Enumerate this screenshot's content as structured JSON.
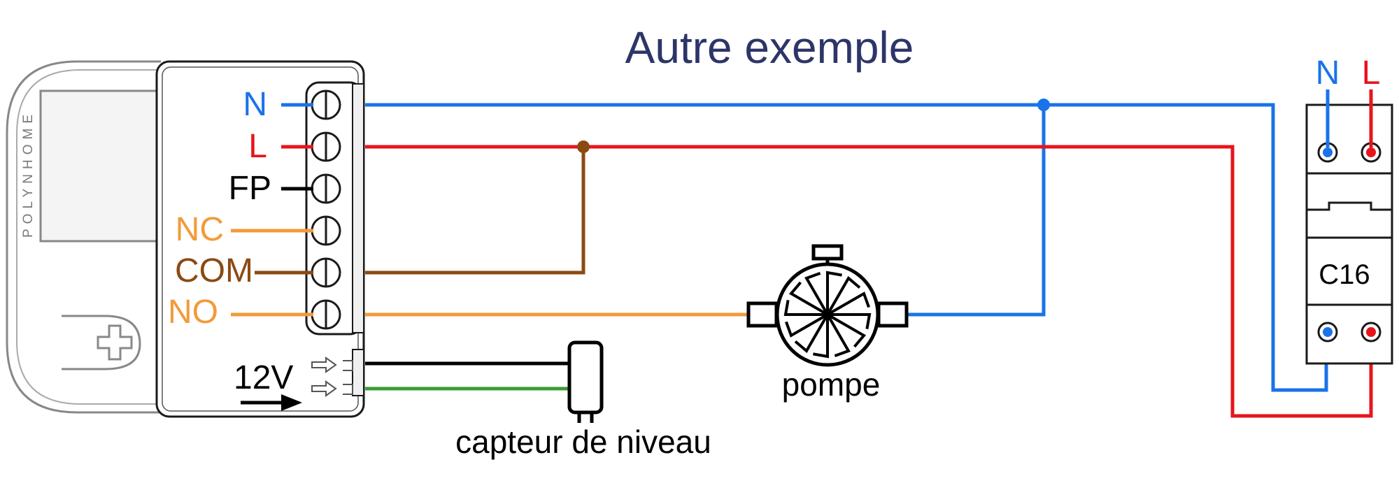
{
  "title": "Autre exemple",
  "module": {
    "brand": "POLYNHOME",
    "terminals": [
      {
        "label": "N",
        "color": "#1a73e8"
      },
      {
        "label": "L",
        "color": "#e8141c"
      },
      {
        "label": "FP",
        "color": "#000000"
      },
      {
        "label": "NC",
        "color": "#f39a3a"
      },
      {
        "label": "COM",
        "color": "#8b4a12"
      },
      {
        "label": "NO",
        "color": "#f39a3a"
      }
    ],
    "power_label": "12V"
  },
  "pump_label": "pompe",
  "sensor_label": "capteur de niveau",
  "breaker": {
    "label": "C16",
    "n_label": "N",
    "l_label": "L"
  },
  "colors": {
    "neutral": "#1a73e8",
    "live": "#e8141c",
    "com": "#8b4a12",
    "no": "#f39a3a",
    "sensor_black": "#000000",
    "sensor_green": "#3c9b35",
    "title": "#2d3568",
    "outline": "#1a1a1a"
  }
}
